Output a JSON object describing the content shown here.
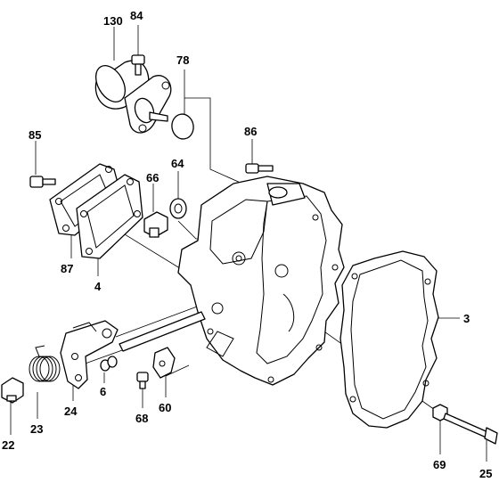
{
  "callouts": [
    {
      "id": "c130",
      "text": "130"
    },
    {
      "id": "c84",
      "text": "84"
    },
    {
      "id": "c78",
      "text": "78"
    },
    {
      "id": "c85",
      "text": "85"
    },
    {
      "id": "c86",
      "text": "86"
    },
    {
      "id": "c66",
      "text": "66"
    },
    {
      "id": "c64",
      "text": "64"
    },
    {
      "id": "c87",
      "text": "87"
    },
    {
      "id": "c4",
      "text": "4"
    },
    {
      "id": "c3",
      "text": "3"
    },
    {
      "id": "c6",
      "text": "6"
    },
    {
      "id": "c68",
      "text": "68"
    },
    {
      "id": "c60",
      "text": "60"
    },
    {
      "id": "c24",
      "text": "24"
    },
    {
      "id": "c23",
      "text": "23"
    },
    {
      "id": "c22",
      "text": "22"
    },
    {
      "id": "c69",
      "text": "69"
    },
    {
      "id": "c25",
      "text": "25"
    }
  ]
}
